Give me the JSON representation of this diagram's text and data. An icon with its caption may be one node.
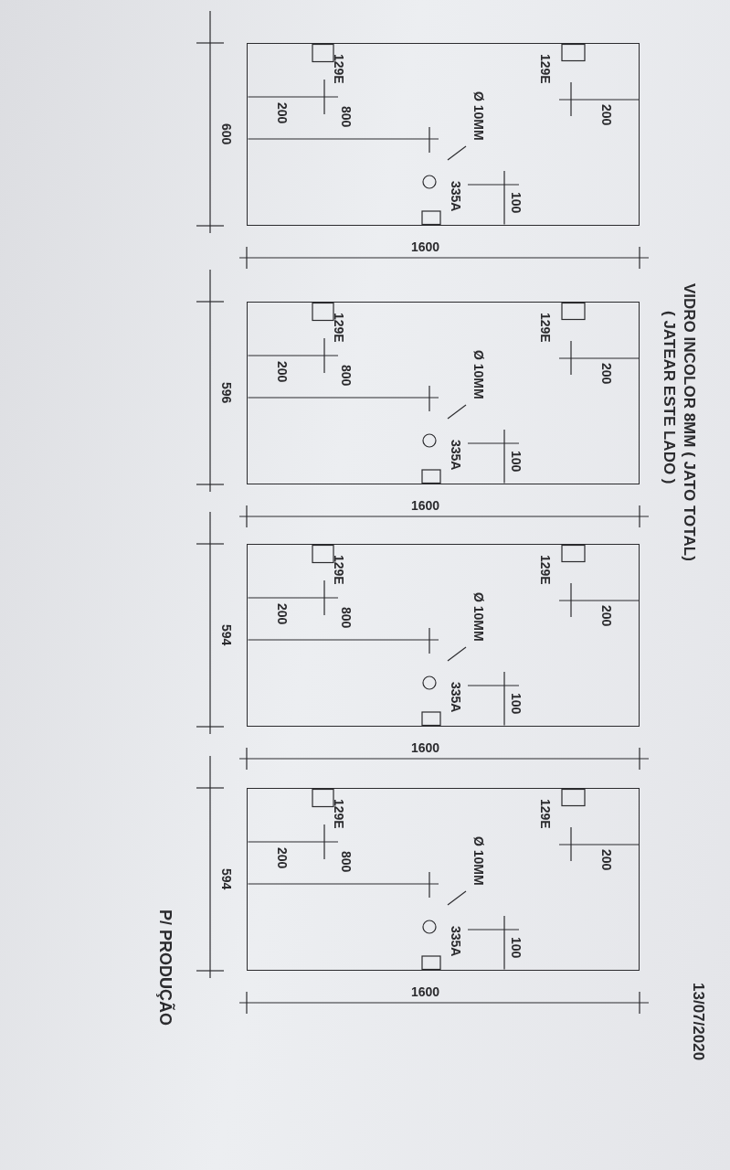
{
  "diagram": {
    "title": "VIDRO INCOLOR 8MM ( JATO TOTAL)",
    "nodes": [
      {
        "text": [
          "129E",
          "200",
          "Ø 10MM",
          "100",
          "335A",
          "800",
          "129E",
          "200"
        ],
        "beside": [
          "1600",
          "600"
        ]
      },
      {
        "text": [
          "129E",
          "200",
          "Ø 10MM",
          "100",
          "335A",
          "800",
          "129E",
          "200"
        ],
        "beside": [
          "1600",
          "596"
        ]
      },
      {
        "text": [
          "129E",
          "200",
          "Ø 10MM",
          "100",
          "335A",
          "800",
          "129E",
          "200"
        ],
        "beside": [
          "1600",
          "594"
        ]
      },
      {
        "text": [
          "129E",
          "200",
          "Ø 10MM",
          "100",
          "335A",
          "800",
          "129E",
          "200"
        ],
        "beside": [
          "1600",
          "594"
        ]
      }
    ],
    "labels": [
      "( JATEAR ESTE LADO )",
      "13/07/2020",
      "P/ PRODUÇÃO"
    ]
  }
}
